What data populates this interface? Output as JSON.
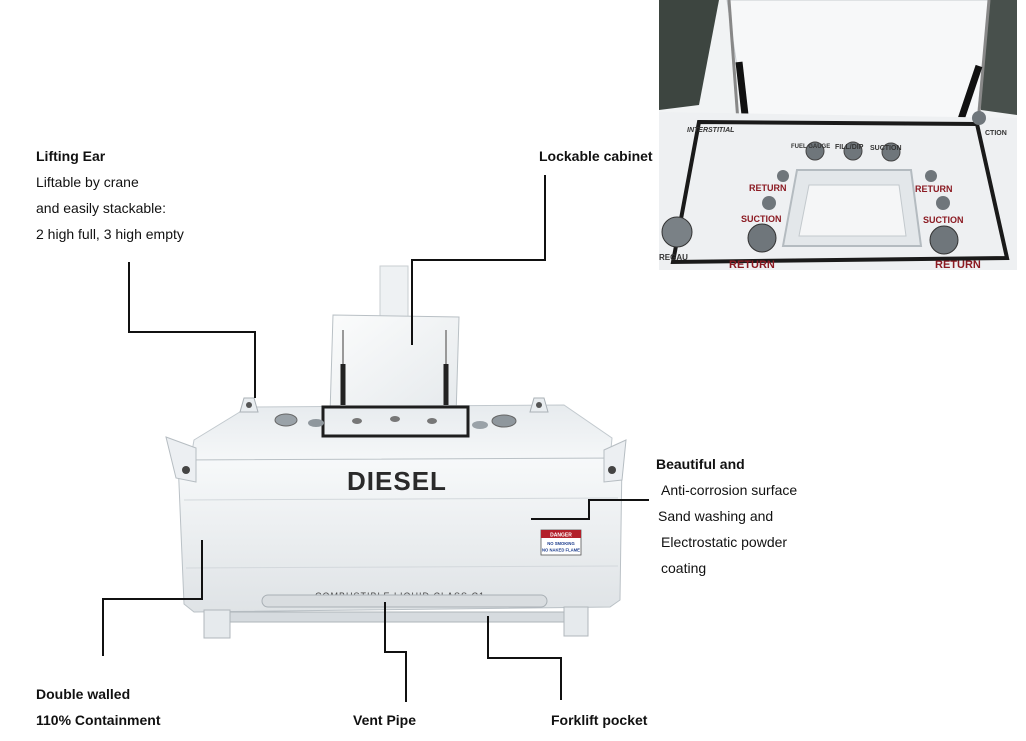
{
  "callouts": {
    "lifting_ear": {
      "title": "Lifting Ear",
      "lines": [
        "Liftable by crane",
        "and easily stackable:",
        "2 high full, 3 high empty"
      ]
    },
    "lockable_cabinet": {
      "title": "Lockable cabinet"
    },
    "beautiful": {
      "title": "Beautiful and",
      "lines": [
        "Anti-corrosion surface",
        "Sand washing and",
        "Electrostatic powder",
        "coating"
      ]
    },
    "double_walled": {
      "title": "Double walled",
      "line2": "110% Containment"
    },
    "vent_pipe": {
      "title": "Vent Pipe"
    },
    "forklift_pocket": {
      "title": "Forklift pocket"
    }
  },
  "tank": {
    "brand_text": "DIESEL",
    "side_text": "COMBUSTIBLE LIQUID CLASS C1",
    "warning_sign": {
      "top": "DANGER",
      "l1": "NO SMOKING",
      "l2": "NO NAKED FLAME"
    }
  },
  "inset": {
    "labels": {
      "interstitial": "INTERSTITIAL",
      "fuel_gauge": "FUEL GAUGE",
      "fill_dip": "FILL/DIP",
      "suction_top": "SUCTION",
      "suction_cut": "CTION",
      "return_l1": "RETURN",
      "return_r1": "RETURN",
      "suction_l": "SUCTION",
      "suction_r": "SUCTION",
      "return_l2": "RETURN",
      "return_r2": "RETURN",
      "gauge_cut": "REGAU"
    }
  },
  "colors": {
    "tank_white": "#f3f5f6",
    "label_red": "#8b1a22",
    "leader": "#111111"
  }
}
